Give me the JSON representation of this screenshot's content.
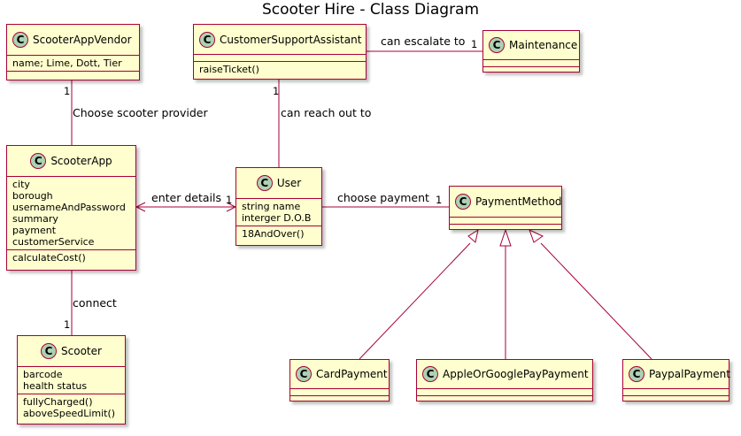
{
  "title": "Scooter Hire - Class Diagram",
  "classes": {
    "vendor": {
      "name": "ScooterAppVendor",
      "attributes": [
        "name; Lime, Dott, Tier"
      ],
      "methods": []
    },
    "support": {
      "name": "CustomerSupportAssistant",
      "attributes": [],
      "methods": [
        "raiseTicket()"
      ]
    },
    "maintenance": {
      "name": "Maintenance",
      "attributes": [],
      "methods": []
    },
    "scooterapp": {
      "name": "ScooterApp",
      "attributes": [
        "city",
        "borough",
        "usernameAndPassword",
        "summary",
        "payment",
        "customerService"
      ],
      "methods": [
        "calculateCost()"
      ]
    },
    "user": {
      "name": "User",
      "attributes": [
        "string name",
        "interger D.O.B"
      ],
      "methods": [
        "18AndOver()"
      ]
    },
    "paymentmethod": {
      "name": "PaymentMethod",
      "attributes": [],
      "methods": []
    },
    "scooter": {
      "name": "Scooter",
      "attributes": [
        "barcode",
        "health status"
      ],
      "methods": [
        "fullyCharged()",
        "aboveSpeedLimit()"
      ]
    },
    "card": {
      "name": "CardPayment",
      "attributes": [],
      "methods": []
    },
    "applegoogle": {
      "name": "AppleOrGooglePayPayment",
      "attributes": [],
      "methods": []
    },
    "paypal": {
      "name": "PaypalPayment",
      "attributes": [],
      "methods": []
    }
  },
  "badge_letter": "C",
  "relations": {
    "vendor_app": {
      "label": "Choose scooter provider",
      "multiplicity": "1"
    },
    "support_maint": {
      "label": "can escalate to",
      "multiplicity": "1"
    },
    "support_user": {
      "label": "can reach out to",
      "multiplicity": "1"
    },
    "app_user": {
      "label": "enter details",
      "multiplicity": "1"
    },
    "user_payment": {
      "label": "choose payment",
      "multiplicity": "1"
    },
    "app_scooter": {
      "label": "connect",
      "multiplicity": "1"
    }
  },
  "colors": {
    "border": "#a80036",
    "fill": "#fefece",
    "badge": "#add1b2"
  }
}
